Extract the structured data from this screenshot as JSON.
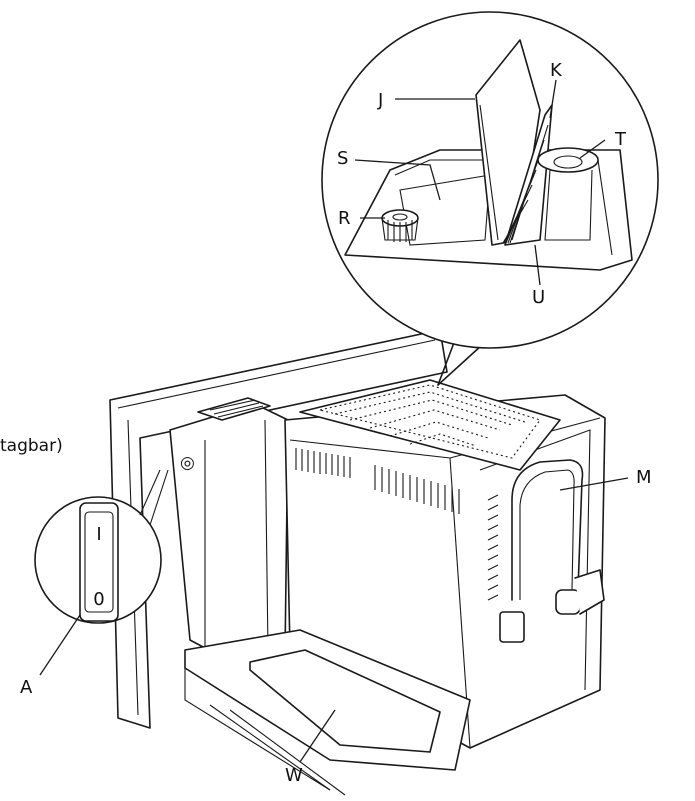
{
  "diagram": {
    "text_fragment": "tagbar)",
    "switch_marks": {
      "on": "I",
      "off": "0"
    },
    "labels": {
      "A": "A",
      "J": "J",
      "K": "K",
      "M": "M",
      "R": "R",
      "S": "S",
      "T": "T",
      "U": "U",
      "W": "W"
    }
  }
}
